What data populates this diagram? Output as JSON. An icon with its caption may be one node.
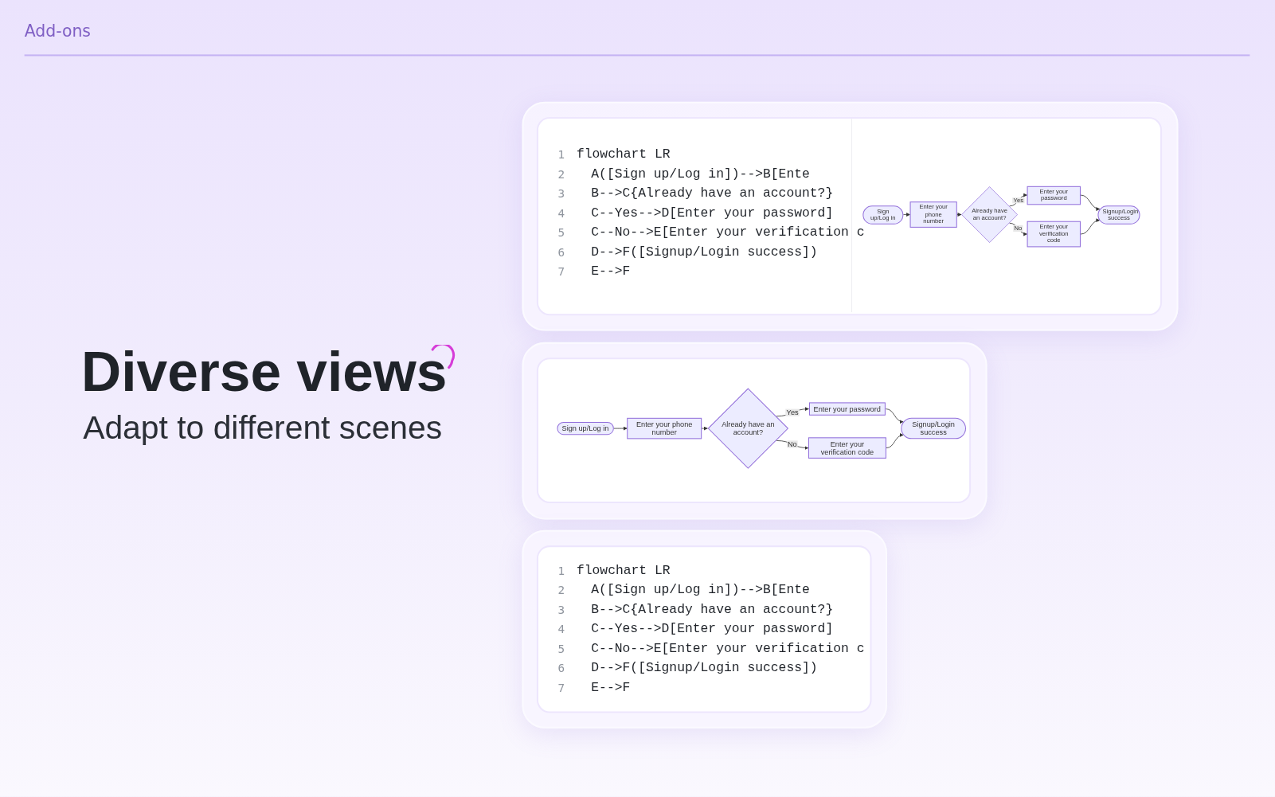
{
  "diagram": {
    "title": "Diverse views",
    "nodes": [
      {
        "text": [
          "Sign up/Log in"
        ]
      },
      {
        "text": [
          "Enter your phone number"
        ]
      },
      {
        "text": [
          "Already have an account?"
        ]
      },
      {
        "text": [
          "Enter your password"
        ]
      },
      {
        "text": [
          "Enter your verification code"
        ]
      },
      {
        "text": [
          "Signup/Login success"
        ]
      },
      {
        "text": [
          "Sign up/Log in"
        ]
      },
      {
        "text": [
          "Enter your phone number"
        ]
      },
      {
        "text": [
          "Already have an account?"
        ]
      },
      {
        "text": [
          "Enter your password"
        ]
      },
      {
        "text": [
          "Enter your verification code"
        ]
      },
      {
        "text": [
          "Signup/Login success"
        ]
      }
    ],
    "edges": [
      {
        "from": 0,
        "to": 1,
        "arrow": "to"
      },
      {
        "from": 1,
        "to": 2,
        "arrow": "to"
      },
      {
        "from": 2,
        "to": 3,
        "arrow": "to",
        "label": "Yes"
      },
      {
        "from": 2,
        "to": 4,
        "arrow": "to",
        "label": "No"
      },
      {
        "from": 3,
        "to": 5,
        "arrow": "to"
      },
      {
        "from": 4,
        "to": 5,
        "arrow": "to"
      },
      {
        "from": 6,
        "to": 7,
        "arrow": "to"
      },
      {
        "from": 7,
        "to": 8,
        "arrow": "to"
      },
      {
        "from": 8,
        "to": 9,
        "arrow": "to",
        "label": "Yes"
      },
      {
        "from": 8,
        "to": 10,
        "arrow": "to",
        "label": "No"
      },
      {
        "from": 9,
        "to": 11,
        "arrow": "to"
      },
      {
        "from": 10,
        "to": 11,
        "arrow": "to"
      }
    ],
    "labels": [
      "Add-ons",
      "Adapt to different scenes",
      "1",
      "flowchart LR",
      "2",
      "A([Sign up/Log in])-->B[Ente",
      "3",
      "B-->C{Already have an account?}",
      "4",
      "C--Yes-->D[Enter your password]",
      "5",
      "C--No-->E[Enter your verification c",
      "6",
      "D-->F([Signup/Login success])",
      "7",
      "E-->F",
      "1",
      "flowchart LR",
      "2",
      "A([Sign up/Log in])-->B[Ente",
      "3",
      "B-->C{Already have an account?}",
      "4",
      "C--Yes-->D[Enter your password]",
      "5",
      "C--No-->E[Enter your verification c",
      "6",
      "D-->F([Signup/Login success])",
      "7",
      "E-->F"
    ]
  }
}
